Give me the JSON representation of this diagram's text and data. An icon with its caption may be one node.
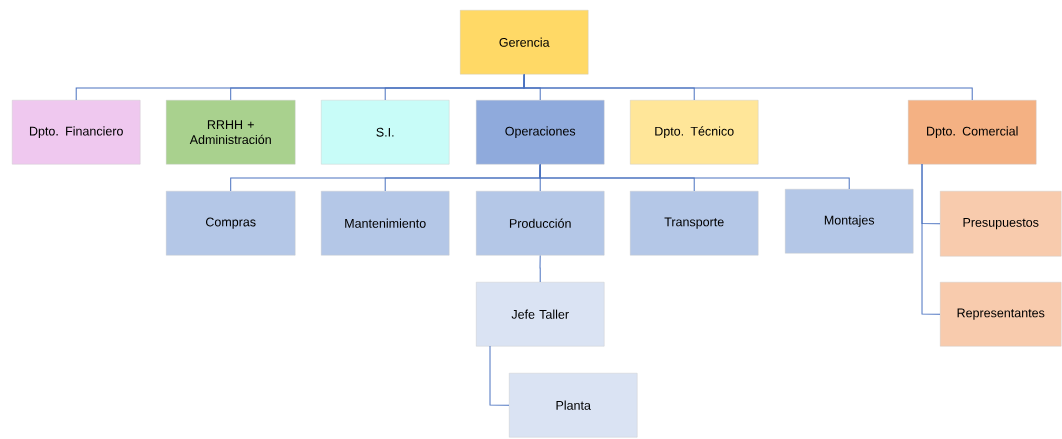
{
  "diagram": {
    "nodes": [
      {
        "text": [
          "Gerencia"
        ]
      },
      {
        "text": [
          "Dpto. Financiero"
        ]
      },
      {
        "text": [
          "RRHH + Administración"
        ]
      },
      {
        "text": [
          "S.I."
        ]
      },
      {
        "text": [
          "Operaciones"
        ]
      },
      {
        "text": [
          "Dpto. Técnico"
        ]
      },
      {
        "text": [
          "Dpto. Comercial"
        ]
      },
      {
        "text": [
          "Compras"
        ]
      },
      {
        "text": [
          "Mantenimiento"
        ]
      },
      {
        "text": [
          "Producción"
        ]
      },
      {
        "text": [
          "Transporte"
        ]
      },
      {
        "text": [
          "Montajes"
        ]
      },
      {
        "text": [
          "Presupuestos"
        ]
      },
      {
        "text": [
          "Representantes"
        ]
      },
      {
        "text": [
          "Jefe Taller"
        ]
      },
      {
        "text": [
          "Planta"
        ]
      }
    ],
    "edges": [
      {
        "from": 0,
        "to": 1,
        "arrow": "none"
      },
      {
        "from": 0,
        "to": 2,
        "arrow": "none"
      },
      {
        "from": 0,
        "to": 3,
        "arrow": "none"
      },
      {
        "from": 0,
        "to": 4,
        "arrow": "none"
      },
      {
        "from": 0,
        "to": 5,
        "arrow": "none"
      },
      {
        "from": 0,
        "to": 6,
        "arrow": "none"
      },
      {
        "from": 4,
        "to": 7,
        "arrow": "none"
      },
      {
        "from": 4,
        "to": 8,
        "arrow": "none"
      },
      {
        "from": 4,
        "to": 9,
        "arrow": "none"
      },
      {
        "from": 4,
        "to": 10,
        "arrow": "none"
      },
      {
        "from": 4,
        "to": 11,
        "arrow": "none"
      },
      {
        "from": 6,
        "to": 12,
        "arrow": "none"
      },
      {
        "from": 6,
        "to": 13,
        "arrow": "none"
      },
      {
        "from": 9,
        "to": 14,
        "arrow": "none"
      },
      {
        "from": 14,
        "to": 15,
        "arrow": "none"
      }
    ]
  }
}
